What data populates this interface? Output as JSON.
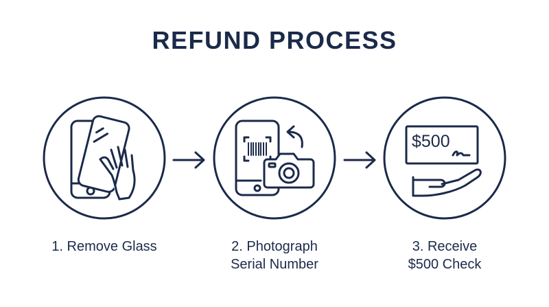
{
  "title": "REFUND PROCESS",
  "colors": {
    "ink": "#1b2a4a",
    "background": "#ffffff"
  },
  "steps": [
    {
      "icon": "hand-removing-screen-protector-icon",
      "label_lines": [
        "1. Remove Glass"
      ]
    },
    {
      "icon": "phone-serial-camera-icon",
      "label_lines": [
        "2. Photograph",
        "Serial Number"
      ]
    },
    {
      "icon": "check-in-hand-icon",
      "label_lines": [
        "3. Receive",
        "$500 Check"
      ],
      "check_amount": "$500"
    }
  ],
  "connectors": [
    "arrow-right-icon",
    "arrow-right-icon"
  ]
}
